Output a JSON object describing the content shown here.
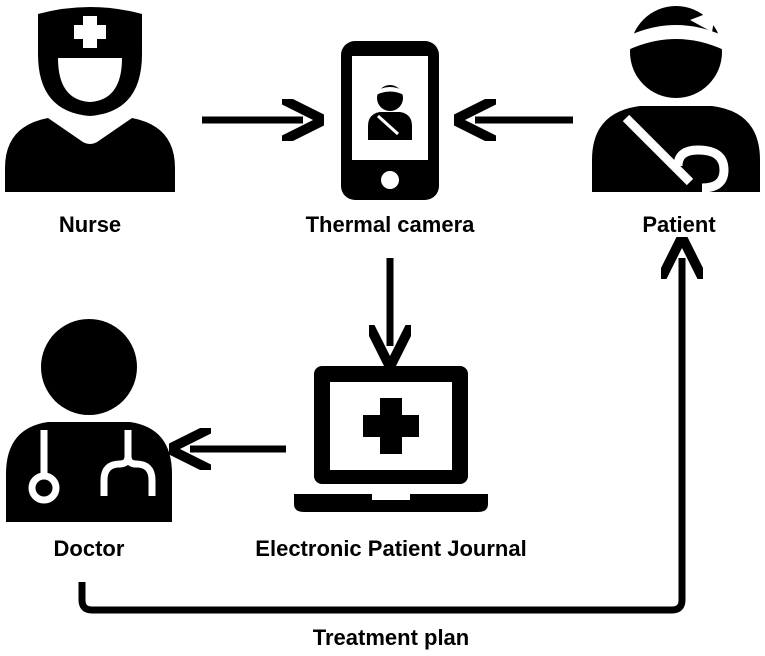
{
  "nodes": {
    "nurse": {
      "label": "Nurse"
    },
    "thermal_camera": {
      "label": "Thermal camera"
    },
    "patient": {
      "label": "Patient"
    },
    "doctor": {
      "label": "Doctor"
    },
    "journal": {
      "label": "Electronic Patient Journal"
    }
  },
  "edges": {
    "treatment_plan": {
      "label": "Treatment plan"
    }
  },
  "colors": {
    "foreground": "#000000",
    "background": "#ffffff"
  }
}
